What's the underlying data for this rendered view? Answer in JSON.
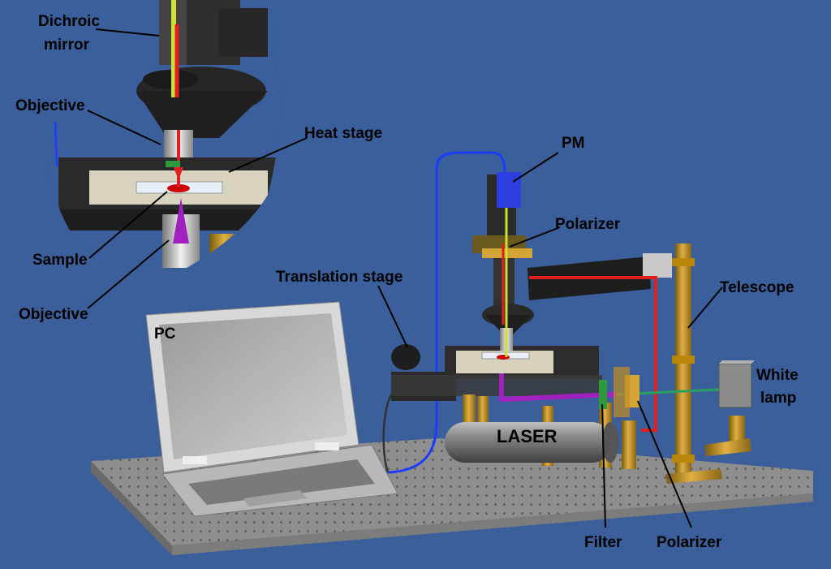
{
  "labels": {
    "dichroic_mirror_line1": "Dichroic",
    "dichroic_mirror_line2": "mirror",
    "objective_top": "Objective",
    "heat_stage": "Heat stage",
    "sample": "Sample",
    "objective_bottom": "Objective",
    "translation_stage": "Translation stage",
    "pc": "PC",
    "pm": "PM",
    "polarizer_top": "Polarizer",
    "telescope": "Telescope",
    "white_lamp_line1": "White",
    "white_lamp_line2": "lamp",
    "laser": "LASER",
    "filter": "Filter",
    "polarizer_bottom": "Polarizer"
  },
  "colors": {
    "background": "#3a5f9a",
    "laser_beam": "#e02020",
    "excitation_beam": "#a020c0",
    "detector": "#2d3fe0",
    "brass": "#c8962a",
    "fiber": "#1a3cff"
  }
}
